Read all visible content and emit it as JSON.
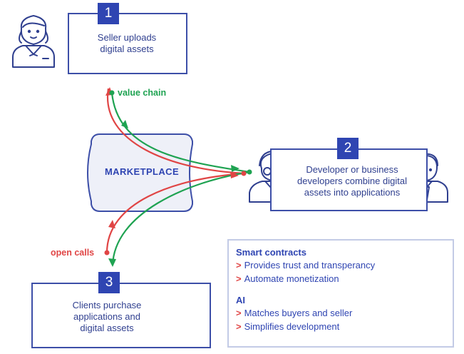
{
  "colors": {
    "blue": "#2f45b2",
    "red": "#e04545",
    "green": "#1fa352",
    "box_border": "#3d4fa8"
  },
  "steps": [
    {
      "number": "1",
      "text_lines": [
        "Seller uploads",
        "digital assets"
      ]
    },
    {
      "number": "2",
      "text_lines": [
        "Developer or business",
        "developers combine digital",
        "assets into applications"
      ]
    },
    {
      "number": "3",
      "text_lines": [
        "Clients purchase",
        "applications and",
        "digital assets"
      ]
    }
  ],
  "marketplace_label": "MARKETPLACE",
  "flow_labels": {
    "value_chain": "value chain",
    "open_calls": "open calls"
  },
  "info": {
    "sections": [
      {
        "heading": "Smart contracts",
        "bullets": [
          "Provides trust and transperancy",
          "Automate monetization"
        ]
      },
      {
        "heading": "AI",
        "bullets": [
          "Matches buyers and seller",
          "Simplifies development"
        ]
      }
    ],
    "bullet_marker": ">"
  },
  "icons": [
    "seller-woman-icon",
    "developer-man-glasses-icon",
    "businessman-icon",
    "client-elderly-man-icon"
  ]
}
